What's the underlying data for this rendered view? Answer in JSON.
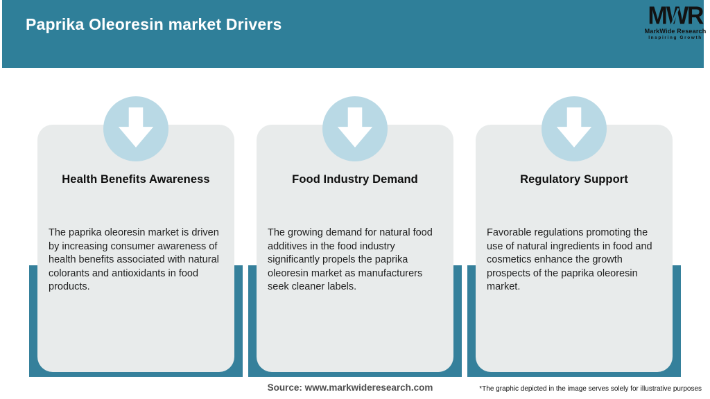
{
  "header": {
    "title": "Paprika Oleoresin market Drivers",
    "bg_color": "#2f7f99",
    "text_color": "#ffffff"
  },
  "logo": {
    "acronym": "MWR",
    "name": "MarkWide Research",
    "tagline": "Inspiring Growth"
  },
  "cards": [
    {
      "icon": "down-arrow-icon",
      "title": "Health Benefits Awareness",
      "body": "The paprika oleoresin market is driven by increasing consumer awareness of health benefits associated with natural colorants and antioxidants in food products."
    },
    {
      "icon": "down-arrow-icon",
      "title": "Food Industry Demand",
      "body": "The growing demand for natural food additives in the food industry significantly propels the paprika oleoresin market as manufacturers seek cleaner labels."
    },
    {
      "icon": "down-arrow-icon",
      "title": "Regulatory Support",
      "body": "Favorable regulations promoting the use of natural ingredients in food and cosmetics enhance the growth prospects of the paprika oleoresin market."
    }
  ],
  "footer": {
    "source": "Source: www.markwideresearch.com",
    "disclaimer": "*The graphic depicted in the image serves solely for illustrative purposes"
  },
  "colors": {
    "accent_teal": "#2f7f99",
    "back_bar_teal": "#35809b",
    "card_gray": "#e8ebeb",
    "circle_blue": "#b9d9e5",
    "arrow_white": "#ffffff"
  }
}
